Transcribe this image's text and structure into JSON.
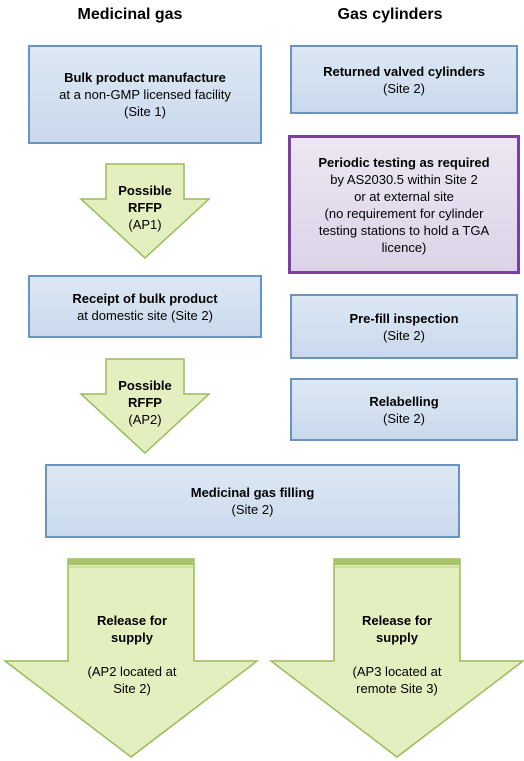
{
  "headings": {
    "left": "Medicinal gas",
    "right": "Gas cylinders"
  },
  "left": {
    "bulk_manufacture": {
      "title": "Bulk product manufacture",
      "lines": [
        "at a non-GMP licensed facility",
        "(Site 1)"
      ]
    },
    "arrow1": {
      "title_lines": [
        "Possible",
        "RFFP"
      ],
      "note": "(AP1)"
    },
    "receipt": {
      "title": "Receipt of bulk product",
      "lines": [
        "at domestic site (Site 2)"
      ]
    },
    "arrow2": {
      "title_lines": [
        "Possible",
        "RFFP"
      ],
      "note": "(AP2)"
    },
    "release": {
      "title_lines": [
        "Release for",
        "supply"
      ],
      "note_lines": [
        "(AP2 located at",
        "Site 2)"
      ]
    }
  },
  "right": {
    "returned": {
      "title": "Returned valved cylinders",
      "lines": [
        "(Site 2)"
      ]
    },
    "periodic": {
      "title": "Periodic testing as required",
      "lines": [
        "by AS2030.5 within Site 2",
        "or at external site",
        "(no requirement for cylinder",
        "testing stations to hold a TGA",
        "licence)"
      ]
    },
    "prefill": {
      "title": "Pre-fill inspection",
      "lines": [
        "(Site 2)"
      ]
    },
    "relabelling": {
      "title": "Relabelling",
      "lines": [
        "(Site 2)"
      ]
    },
    "release": {
      "title_lines": [
        "Release for",
        "supply"
      ],
      "note_lines": [
        "(AP3 located at",
        "remote Site 3)"
      ]
    }
  },
  "filling": {
    "title": "Medicinal gas filling",
    "lines": [
      "(Site 2)"
    ]
  },
  "colors": {
    "box_fill": "#d3e0ef",
    "box_border": "#6b93bf",
    "purple_border": "#7a3fa0",
    "arrow_fill": "#e4efbf",
    "arrow_border": "#9bbb59"
  }
}
